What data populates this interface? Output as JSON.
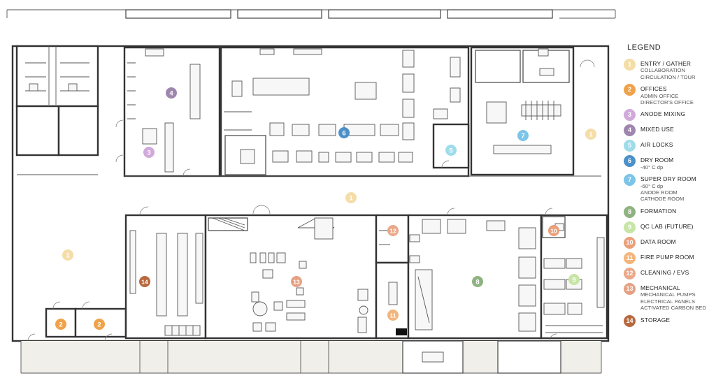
{
  "legend": {
    "title": "LEGEND",
    "items": [
      {
        "num": "1",
        "label": "ENTRY / GATHER",
        "sub": [
          "COLLABORATION",
          "CIRCULATION / TOUR"
        ],
        "color": "#F5DDA8",
        "icon": "circle-1-icon"
      },
      {
        "num": "2",
        "label": "OFFICES",
        "sub": [
          "ADMIN OFFICE",
          "DIRECTOR'S OFFICE"
        ],
        "color": "#F0A24A",
        "icon": "circle-2-icon"
      },
      {
        "num": "3",
        "label": "ANODE MIXING",
        "sub": [],
        "color": "#D1A9DA",
        "icon": "circle-3-icon"
      },
      {
        "num": "4",
        "label": "MIXED USE",
        "sub": [],
        "color": "#9F86AE",
        "icon": "circle-4-icon"
      },
      {
        "num": "5",
        "label": "AIR LOCKS",
        "sub": [],
        "color": "#9EDCEA",
        "icon": "circle-5-icon"
      },
      {
        "num": "6",
        "label": "DRY ROOM",
        "sub": [
          "-40° C dp"
        ],
        "color": "#4C90C9",
        "icon": "circle-6-icon"
      },
      {
        "num": "7",
        "label": "SUPER DRY ROOM",
        "sub": [
          "-60° C dp",
          "ANODE ROOM",
          "CATHODE ROOM"
        ],
        "color": "#7CC5E8",
        "icon": "circle-7-icon"
      },
      {
        "num": "8",
        "label": "FORMATION",
        "sub": [],
        "color": "#8FB380",
        "icon": "circle-8-icon"
      },
      {
        "num": "9",
        "label": "QC LAB (FUTURE)",
        "sub": [],
        "color": "#C7E5A5",
        "icon": "circle-9-icon"
      },
      {
        "num": "10",
        "label": "DATA ROOM",
        "sub": [],
        "color": "#EAA07A",
        "icon": "circle-10-icon"
      },
      {
        "num": "11",
        "label": "FIRE PUMP ROOM",
        "sub": [],
        "color": "#F3B57C",
        "icon": "circle-11-icon"
      },
      {
        "num": "12",
        "label": "CLEANING / EVS",
        "sub": [],
        "color": "#EAA88A",
        "icon": "circle-12-icon"
      },
      {
        "num": "13",
        "label": "MECHANICAL",
        "sub": [
          "MECHANICAL PUMPS",
          "ELECTRICAL PANELS",
          "ACTIVATED CARBON BED"
        ],
        "color": "#E5A183",
        "icon": "circle-13-icon"
      },
      {
        "num": "14",
        "label": "STORAGE",
        "sub": [],
        "color": "#B8683E",
        "icon": "circle-14-icon"
      }
    ]
  },
  "markers": [
    {
      "num": "4",
      "color": "#9F86AE",
      "name": "mixed-use-marker"
    },
    {
      "num": "3",
      "color": "#D1A9DA",
      "name": "anode-mixing-marker"
    },
    {
      "num": "6",
      "color": "#4C90C9",
      "name": "dry-room-marker"
    },
    {
      "num": "5",
      "color": "#9EDCEA",
      "name": "air-lock-marker"
    },
    {
      "num": "7",
      "color": "#7CC5E8",
      "name": "super-dry-room-marker"
    },
    {
      "num": "1",
      "color": "#F5DDA8",
      "name": "entry-east-marker"
    },
    {
      "num": "1",
      "color": "#F5DDA8",
      "name": "circulation-marker"
    },
    {
      "num": "1",
      "color": "#F5DDA8",
      "name": "entry-west-marker"
    },
    {
      "num": "2",
      "color": "#F0A24A",
      "name": "office-1-marker"
    },
    {
      "num": "2",
      "color": "#F0A24A",
      "name": "office-2-marker"
    },
    {
      "num": "14",
      "color": "#B8683E",
      "name": "storage-marker"
    },
    {
      "num": "13",
      "color": "#E5A183",
      "name": "mechanical-marker"
    },
    {
      "num": "12",
      "color": "#EAA88A",
      "name": "cleaning-marker"
    },
    {
      "num": "11",
      "color": "#F3B57C",
      "name": "fire-pump-marker"
    },
    {
      "num": "8",
      "color": "#8FB380",
      "name": "formation-marker"
    },
    {
      "num": "10",
      "color": "#EAA07A",
      "name": "data-room-marker"
    },
    {
      "num": "9",
      "color": "#C7E5A5",
      "name": "qc-lab-marker"
    }
  ]
}
